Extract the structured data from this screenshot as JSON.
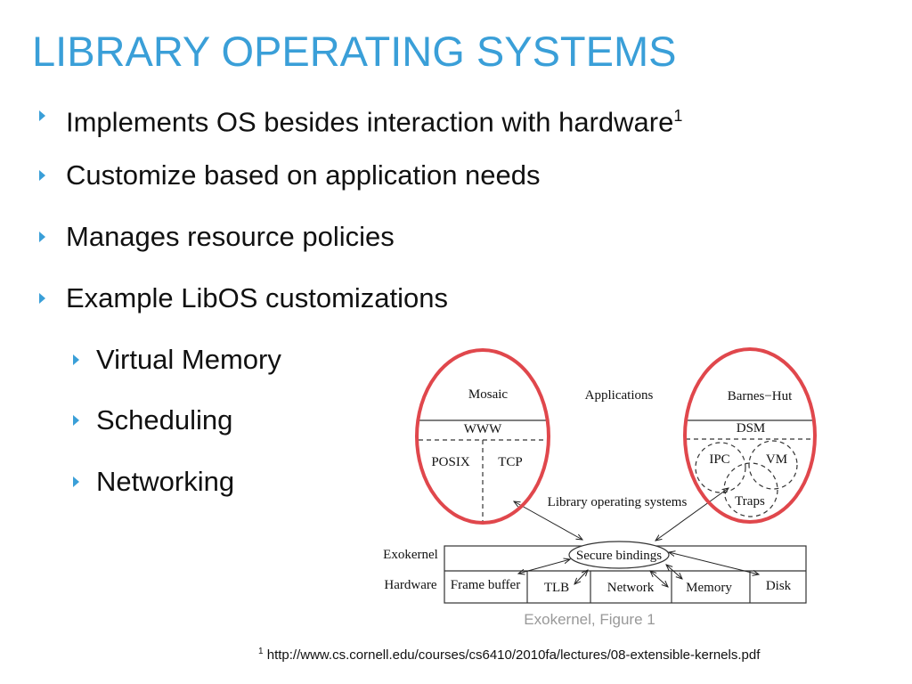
{
  "title": "LIBRARY OPERATING SYSTEMS",
  "bullets": [
    {
      "text": "Implements OS besides interaction with hardware",
      "sup": "1"
    },
    {
      "text": "Customize based on application needs"
    },
    {
      "text": "Manages resource policies"
    },
    {
      "text": "Example LibOS customizations"
    }
  ],
  "sub_bullets": [
    "Virtual Memory",
    "Scheduling",
    "Networking"
  ],
  "figure": {
    "mosaic": "Mosaic",
    "www": "WWW",
    "posix": "POSIX",
    "tcp": "TCP",
    "applications": "Applications",
    "barnes_hut": "Barnes−Hut",
    "dsm": "DSM",
    "ipc": "IPC",
    "vm": "VM",
    "traps": "Traps",
    "libos": "Library operating systems",
    "secure_bindings": "Secure bindings",
    "exokernel": "Exokernel",
    "hardware": "Hardware",
    "frame_buffer": "Frame buffer",
    "tlb": "TLB",
    "network": "Network",
    "memory": "Memory",
    "disk": "Disk",
    "caption": "Exokernel, Figure 1",
    "highlight_color": "#e0474c"
  },
  "footnote": {
    "sup": "1",
    "text": "http://www.cs.cornell.edu/courses/cs6410/2010fa/lectures/08-extensible-kernels.pdf"
  }
}
